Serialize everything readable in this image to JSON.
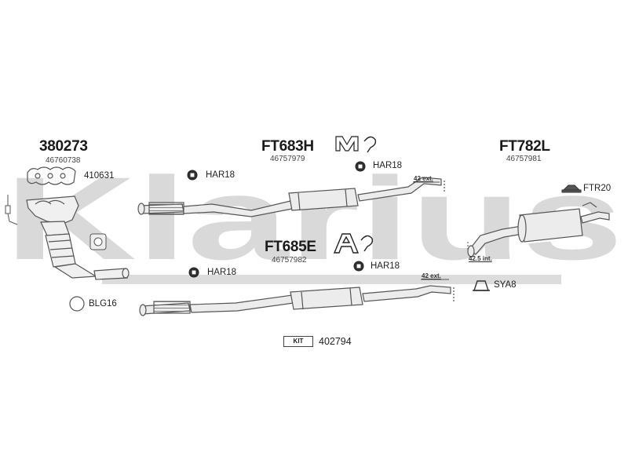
{
  "watermark": {
    "text": "Klarius",
    "color": "#d9d9d9"
  },
  "colors": {
    "line": "#555555",
    "pipe_fill": "#e8e8e8",
    "hatch": "#777777"
  },
  "manifold": {
    "part_number": "380273",
    "oe_number": "46760738",
    "gasket_number": "410631",
    "seal_label": "BLG16"
  },
  "front_pipe_top": {
    "part_number": "FT683H",
    "oe_number": "46757979",
    "hanger_left": "HAR18",
    "hanger_right": "HAR18",
    "fitting_icon": "mounting-kit-icon",
    "ext_note": "42 ext."
  },
  "front_pipe_bottom": {
    "part_number": "FT685E",
    "oe_number": "46757982",
    "hanger_left": "HAR18",
    "hanger_right": "HAR18",
    "fitting_icon": "assembly-kit-icon",
    "ext_note": "42 ext."
  },
  "rear_box": {
    "part_number": "FT782L",
    "oe_number": "46757981",
    "rubber_label": "FTR20",
    "clamp_label": "SYA8",
    "int_note": "42.5 int."
  },
  "kit": {
    "badge": "KIT",
    "number": "402794"
  }
}
